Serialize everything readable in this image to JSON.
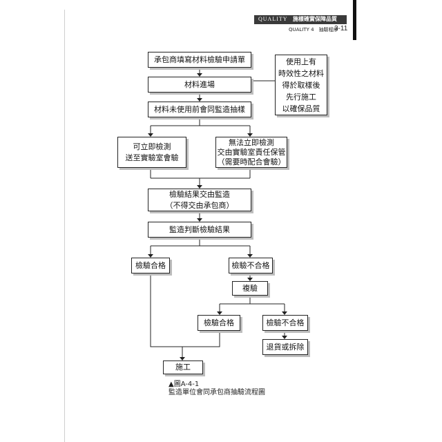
{
  "header": {
    "brand": "QUALITY",
    "title": "施樣確實保障品質",
    "subtitle": "QUALITY 4　抽驗程序",
    "page": "3-11"
  },
  "flow": {
    "step1": "承包商填寫材料檢驗申請單",
    "step2": "材料進場",
    "step3": "材料未使用前會同監造抽樣",
    "side_note": [
      "使用上有",
      "時效性之材料",
      "得於取樣後",
      "先行施工",
      "以確保品質"
    ],
    "left_branch": [
      "可立即檢測",
      "送至實驗室會驗"
    ],
    "right_branch": [
      "無法立即檢測",
      "交由實驗室責任保管",
      "（需要時配合會驗）"
    ],
    "step5": [
      "檢驗結果交由監造",
      "（不得交由承包商）"
    ],
    "step6": "監造判斷檢驗結果",
    "pass1": "檢驗合格",
    "fail1": "檢驗不合格",
    "retest": "複驗",
    "pass2": "檢驗合格",
    "fail2": "檢驗不合格",
    "reject": "退貨或拆除",
    "construct": "施工"
  },
  "caption": {
    "figure": "▲圖A-4-1",
    "text": "監造單位會同承包商抽驗流程圖"
  }
}
